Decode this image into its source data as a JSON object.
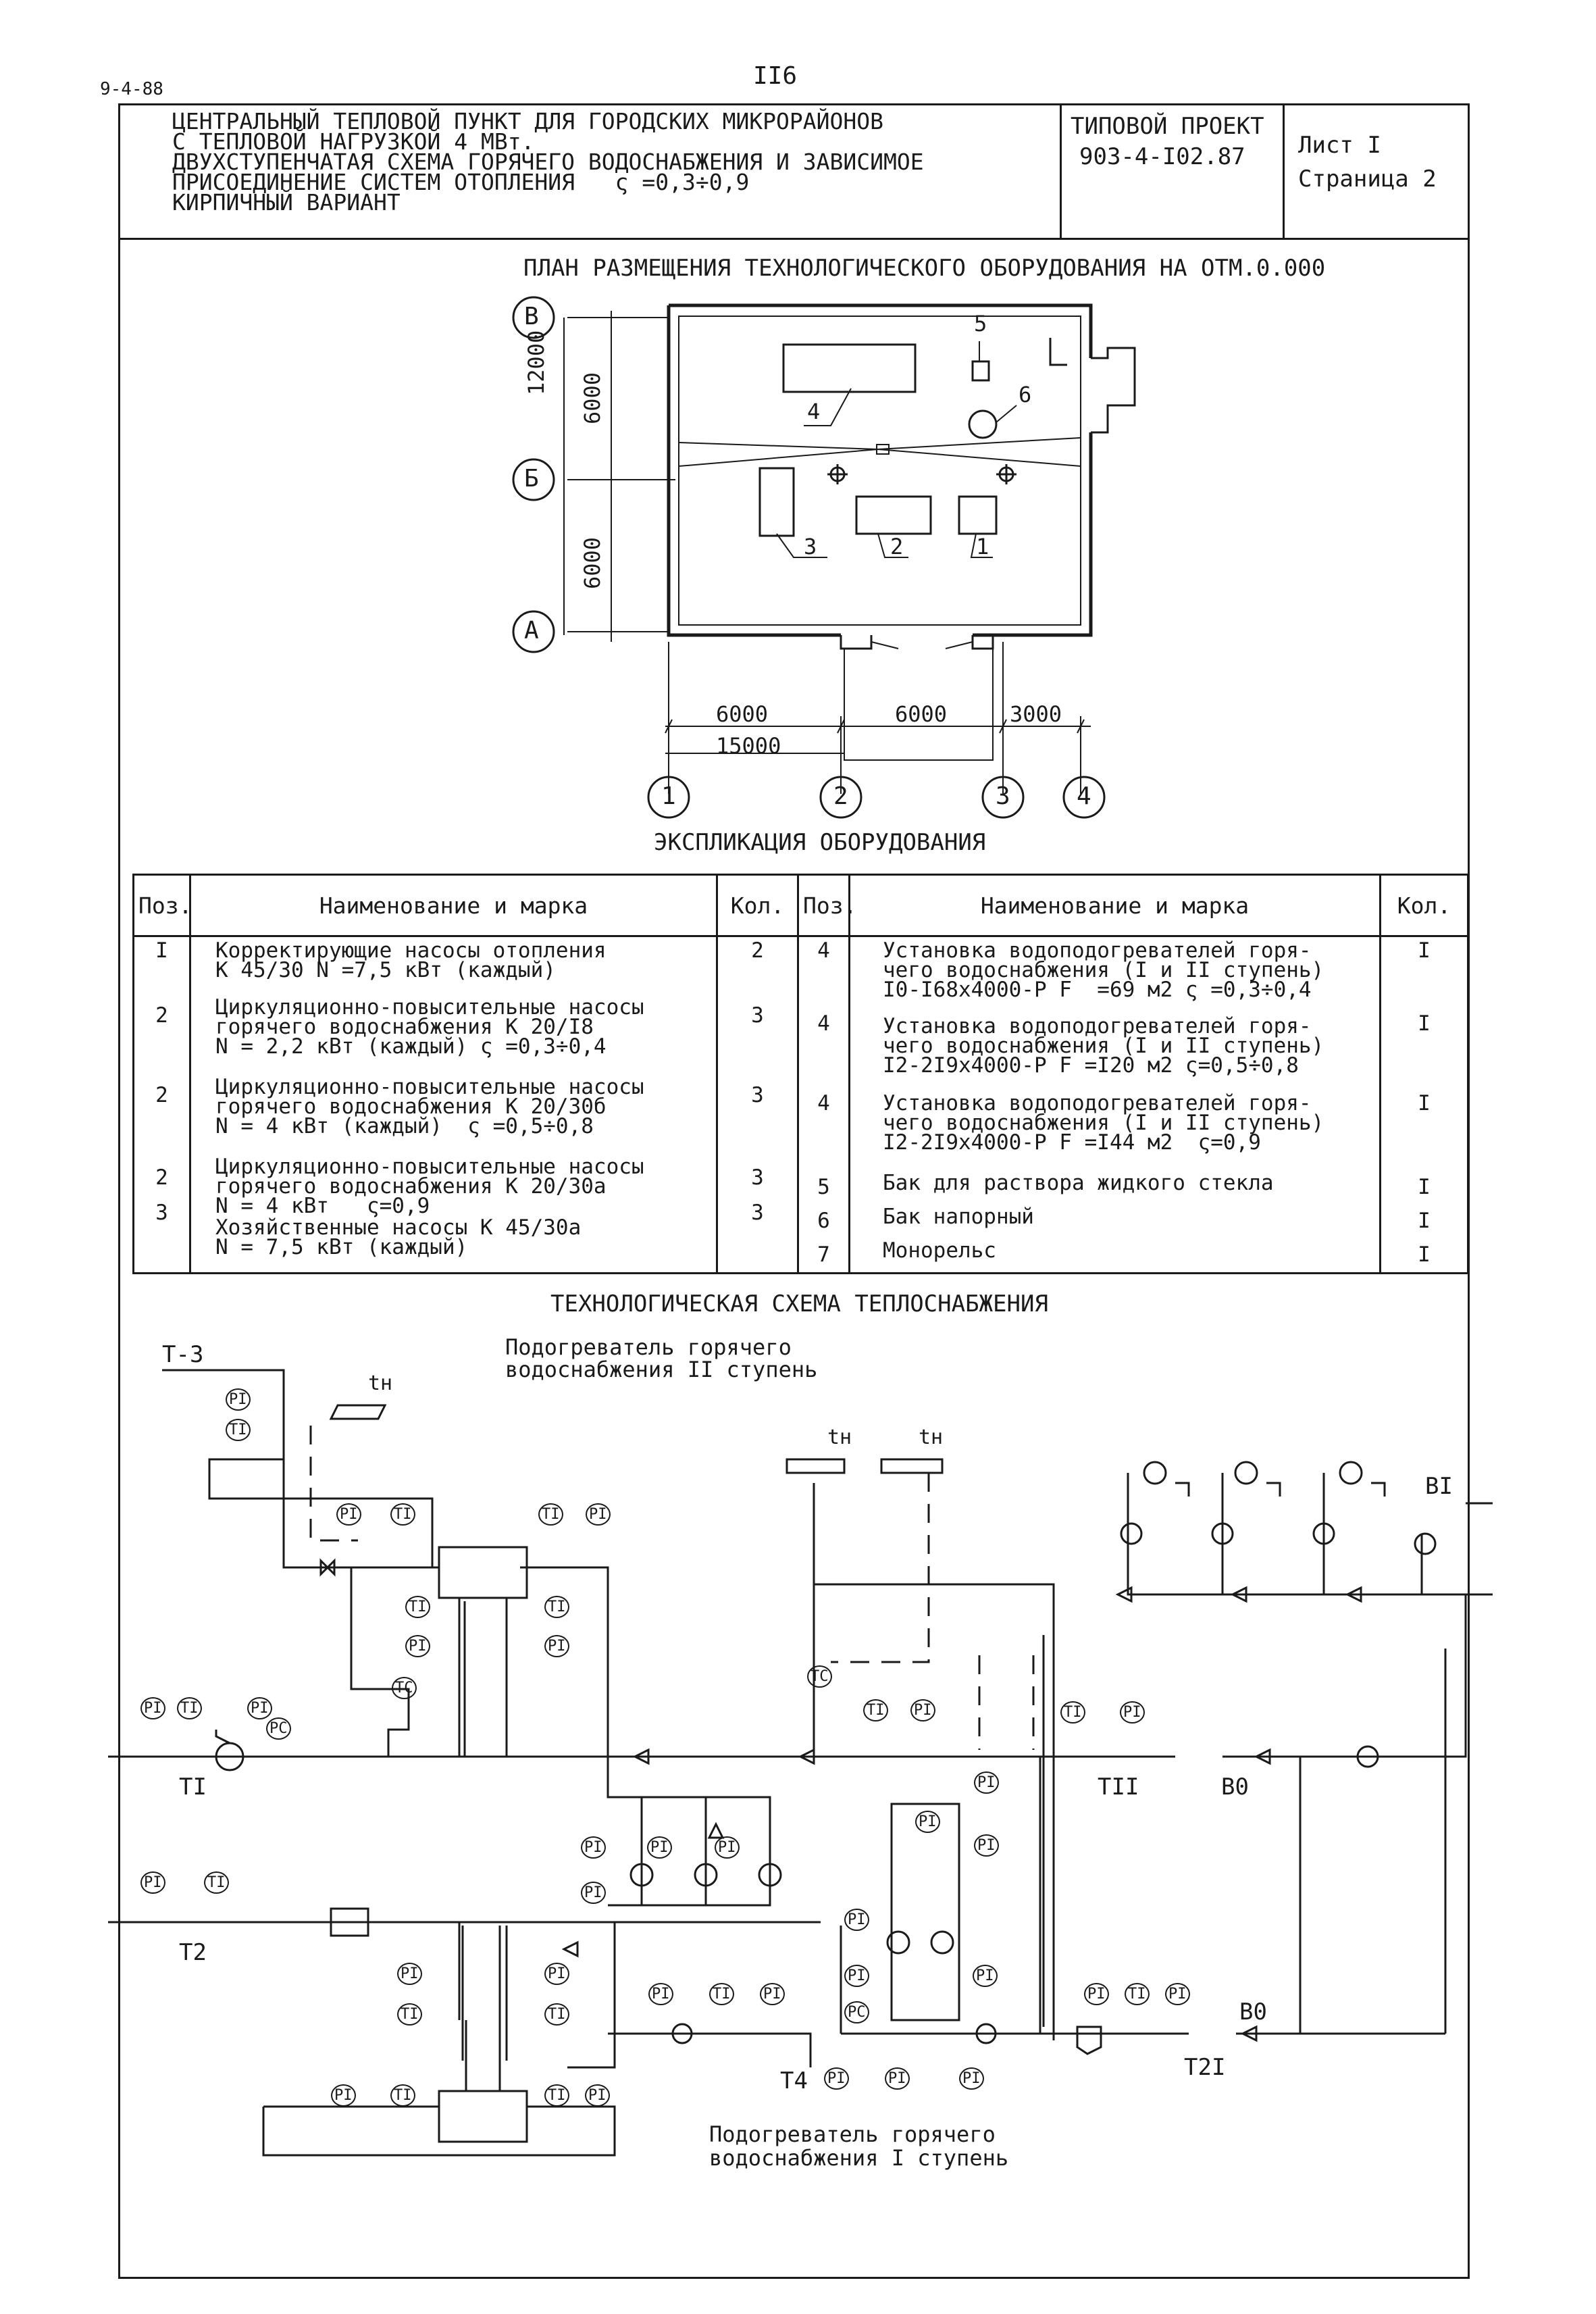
{
  "corner_code": "9-4-88",
  "page_number": "II6",
  "title_block": {
    "title_lines": [
      "ЦЕНТРАЛЬНЫЙ ТЕПЛОВОЙ ПУНКТ ДЛЯ ГОРОДСКИХ МИКРОРАЙОНОВ",
      "С ТЕПЛОВОЙ НАГРУЗКОЙ 4 МВт.",
      "ДВУХСТУПЕНЧАТАЯ СХЕМА ГОРЯЧЕГО ВОДОСНАБЖЕНИЯ И ЗАВИСИМОЕ",
      "ПРИСОЕДИНЕНИЕ СИСТЕМ ОТОПЛЕНИЯ   ς =0,3÷0,9",
      "КИРПИЧНЫЙ ВАРИАНТ"
    ],
    "project_label": "ТИПОВОЙ ПРОЕКТ",
    "project_number": "903-4-I02.87",
    "sheet": "Лист I",
    "page": "Страница 2"
  },
  "plan": {
    "title": "ПЛАН РАЗМЕЩЕНИЯ ТЕХНОЛОГИЧЕСКОГО ОБОРУДОВАНИЯ НА ОТМ.0.000",
    "row_axes": [
      "В",
      "Б",
      "А"
    ],
    "col_axes": [
      "1",
      "2",
      "3",
      "4"
    ],
    "dim_total_vertical": "12000",
    "dim_upper": "6000",
    "dim_lower": "6000",
    "dim_bays": [
      "6000",
      "6000",
      "3000"
    ],
    "dim_total_horizontal": "15000",
    "equipment_marks": [
      "1",
      "2",
      "3",
      "4",
      "5",
      "6"
    ]
  },
  "explication": {
    "title": "ЭКСПЛИКАЦИЯ ОБОРУДОВАНИЯ",
    "headers": [
      "Поз.",
      "Наименование и марка",
      "Кол.",
      "Поз.",
      "Наименование и марка",
      "Кол."
    ],
    "left": [
      {
        "pos": "I",
        "name": "Корректирующие насосы отопления\nК 45/30 N =7,5 кВт (каждый)",
        "qty": "2"
      },
      {
        "pos": "2",
        "name": "Циркуляционно-повысительные насосы\nгорячего водоснабжения К 20/I8\nN = 2,2 кВт (каждый) ς =0,3÷0,4",
        "qty": "3"
      },
      {
        "pos": "2",
        "name": "Циркуляционно-повысительные насосы\nгорячего водоснабжения К 20/30б\nN = 4 кВт (каждый)  ς =0,5÷0,8",
        "qty": "3"
      },
      {
        "pos": "2",
        "name": "Циркуляционно-повысительные насосы\nгорячего водоснабжения К 20/30а\nN = 4 кВт   ς=0,9",
        "qty": "3"
      },
      {
        "pos": "3",
        "name": "Хозяйственные насосы К 45/30а\nN = 7,5 кВт (каждый)",
        "qty": "3"
      }
    ],
    "right": [
      {
        "pos": "4",
        "name": "Установка водоподогревателей горя-\nчего водоснабжения (I и II ступень)\nI0-I68х4000-Р F  =69 м2 ς =0,3÷0,4",
        "qty": "I"
      },
      {
        "pos": "4",
        "name": "Установка водоподогревателей горя-\nчего водоснабжения (I и II ступень)\nI2-2I9х4000-Р F =I20 м2 ς=0,5÷0,8",
        "qty": "I"
      },
      {
        "pos": "4",
        "name": "Установка водоподогревателей горя-\nчего водоснабжения (I и II ступень)\nI2-2I9х4000-Р F =I44 м2  ς=0,9",
        "qty": "I"
      },
      {
        "pos": "5",
        "name": "Бак для раствора жидкого стекла",
        "qty": "I"
      },
      {
        "pos": "6",
        "name": "Бак напорный",
        "qty": "I"
      },
      {
        "pos": "7",
        "name": "Монорельс",
        "qty": "I"
      }
    ]
  },
  "scheme": {
    "title": "ТЕХНОЛОГИЧЕСКАЯ СХЕМА ТЕПЛОСНАБЖЕНИЯ",
    "heater2_label_1": "Подогреватель горячего",
    "heater2_label_2": "водоснабжения II ступень",
    "heater1_label_1": "Подогреватель горячего",
    "heater1_label_2": "водоснабжения I ступень",
    "lines": {
      "t3": "Т-3",
      "t1": "ТI",
      "t2": "Т2",
      "t4": "Т4",
      "t11": "ТII",
      "t21": "Т2I",
      "b1": "ВI",
      "b0a": "В0",
      "b0b": "В0"
    },
    "tn": "tн",
    "pi": "PI",
    "ti": "TI",
    "tc": "TC",
    "pc": "PC"
  }
}
